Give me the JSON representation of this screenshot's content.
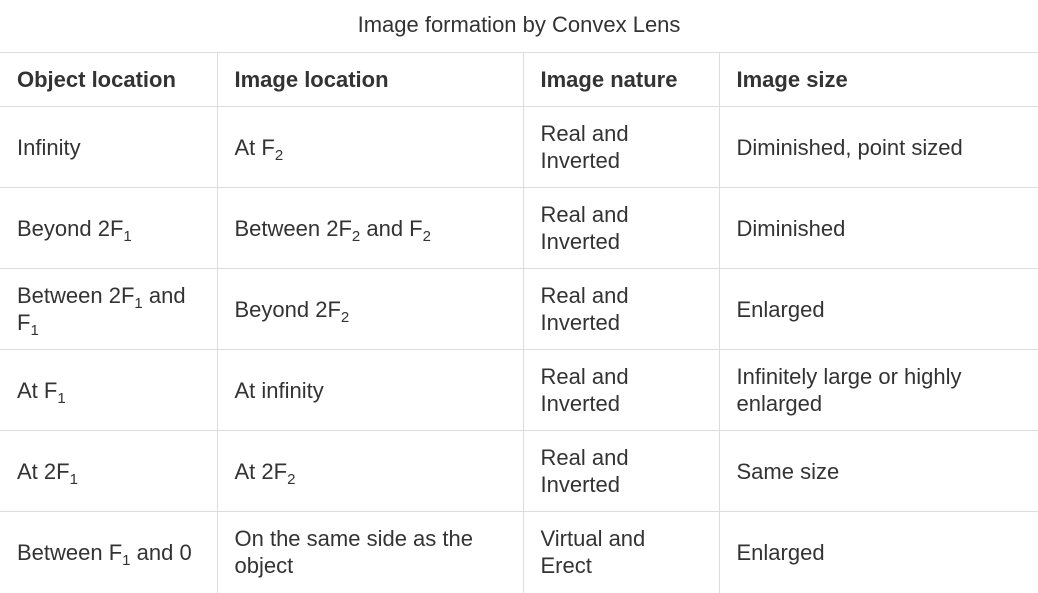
{
  "caption": "Image formation by Convex Lens",
  "headers": [
    "Object location",
    "Image location",
    "Image nature",
    "Image size"
  ],
  "rows": [
    [
      "Infinity",
      "At F_2",
      "Real and Inverted",
      "Diminished, point sized"
    ],
    [
      "Beyond 2F_1",
      "Between 2F_2 and F_2",
      "Real and Inverted",
      "Diminished"
    ],
    [
      "Between 2F_1 and F_1",
      "Beyond 2F_2",
      "Real and Inverted",
      "Enlarged"
    ],
    [
      "At F_1",
      "At infinity",
      "Real and Inverted",
      "Infinitely large or highly enlarged"
    ],
    [
      "At 2F_1",
      "At 2F_2",
      "Real and Inverted",
      "Same size"
    ],
    [
      "Between F_1 and 0",
      "On the same side as the object",
      "Virtual and Erect",
      "Enlarged"
    ]
  ]
}
